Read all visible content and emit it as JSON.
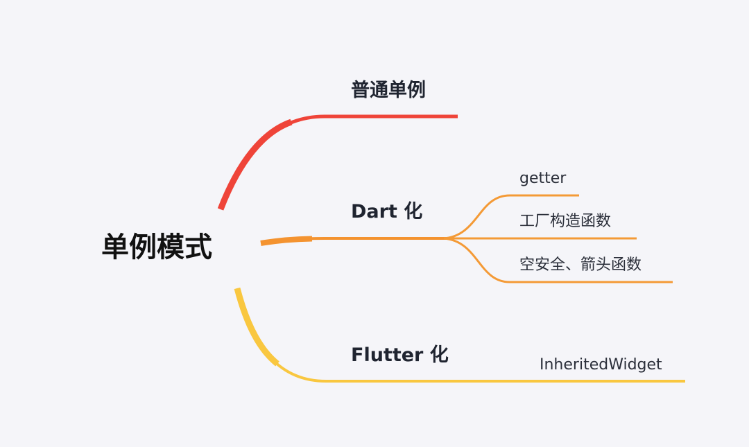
{
  "mindmap": {
    "root": {
      "label": "单例模式"
    },
    "branches": [
      {
        "label": "普通单例",
        "color": "#f0473a"
      },
      {
        "label": "Dart 化",
        "color": "#f4922f"
      },
      {
        "label": "Flutter 化",
        "color": "#f9c842"
      }
    ],
    "leaves": {
      "dart": [
        "getter",
        "工厂构造函数",
        "空安全、箭头函数"
      ],
      "flutter": [
        "InheritedWidget"
      ]
    }
  }
}
